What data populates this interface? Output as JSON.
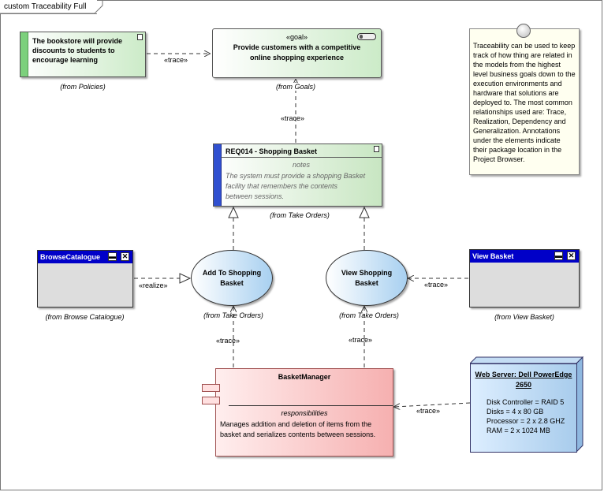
{
  "diagram": {
    "frame_title": "custom Traceability Full"
  },
  "policy": {
    "text": "The bookstore will provide discounts to students to encourage learning",
    "from": "(from Policies)"
  },
  "goal": {
    "stereotype": "«goal»",
    "text": "Provide customers with a competitive online shopping experience",
    "from": "(from Goals)"
  },
  "requirement": {
    "title": "REQ014 - Shopping Basket",
    "notes_label": "notes",
    "notes": "The system must provide a shopping Basket facility that remembers the contents between sessions.",
    "from": "(from Take Orders)"
  },
  "note": {
    "text": "Traceability can be used to keep track of how thing are related in the models from the highest level business goals down to the execution environments and hardware that solutions are deployed to. The most common relationships used are: Trace, Realization, Dependency and Generalization. Annotations under the elements indicate their package location in the Project Browser."
  },
  "browse_catalogue": {
    "title": "BrowseCatalogue",
    "from": "(from Browse Catalogue)"
  },
  "add_to_basket": {
    "name": "Add To Shopping Basket",
    "from": "(from Take Orders)"
  },
  "view_shopping_basket": {
    "name": "View Shopping Basket",
    "from": "(from Take Orders)"
  },
  "view_basket": {
    "title": "View Basket",
    "from": "(from View Basket)"
  },
  "basket_manager": {
    "name": "BasketManager",
    "section": "responsibilities",
    "text": "Manages addition and deletion of items from the basket and serializes contents between sessions."
  },
  "web_server": {
    "name": "Web Server: Dell PowerEdge 2650",
    "props": [
      "Disk Controller = RAID 5",
      "Disks = 4 x 80 GB",
      "Processor = 2 x 2.8 GHZ",
      "RAM = 2 x 1024 MB"
    ]
  },
  "connectors": {
    "trace": "«trace»",
    "realize": "«realize»"
  },
  "colors": {
    "ui_header": "#0000c8",
    "requirement_bar": "#3050d0",
    "policy_bar": "#7cd07c",
    "component_fill": "#f6b0b0",
    "usecase_fill": "#a8d0f0"
  }
}
